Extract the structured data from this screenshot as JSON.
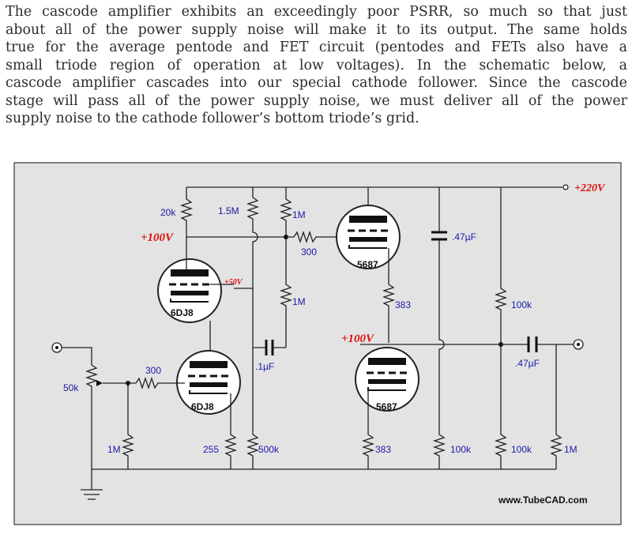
{
  "article": {
    "lines": [
      "The cascode amplifier exhibits an exceedingly poor PSRR, so much so that just",
      "about all of the power supply noise will make it to its output. The same holds",
      "true for the average pentode and FET circuit (pentodes and FETs also have a",
      "small triode region of operation at low voltages). In the schematic below, a",
      "cascode amplifier cascades into our special cathode follower. Since the cascode",
      "stage will pass all of the power supply noise, we must deliver all of the power",
      "supply noise to the cathode follower’s bottom triode’s grid."
    ]
  },
  "schematic": {
    "supply_main": "+220V",
    "supply_100_left": "+100V",
    "supply_100_right": "+100V",
    "supply_50": "+50V",
    "tubes": [
      "6DJ8",
      "6DJ8",
      "5687",
      "5687"
    ],
    "labels": {
      "r20k": "20k",
      "r15m": "1.5M",
      "r1m_top": "1M",
      "r300_top": "300",
      "c47_top": ".47µF",
      "r1m_mid": "1M",
      "r383_top": "383",
      "r100k_right": "100k",
      "c1uf": ".1µF",
      "r300_in": "300",
      "pot50k": "50k",
      "c47_out": ".47µF",
      "r1m_in": "1M",
      "r255": "255",
      "r500k": "500k",
      "r383_bot": "383",
      "r100k_a": "100k",
      "r100k_b": "100k",
      "r1m_out": "1M"
    },
    "credit": "www.TubeCAD.com"
  }
}
